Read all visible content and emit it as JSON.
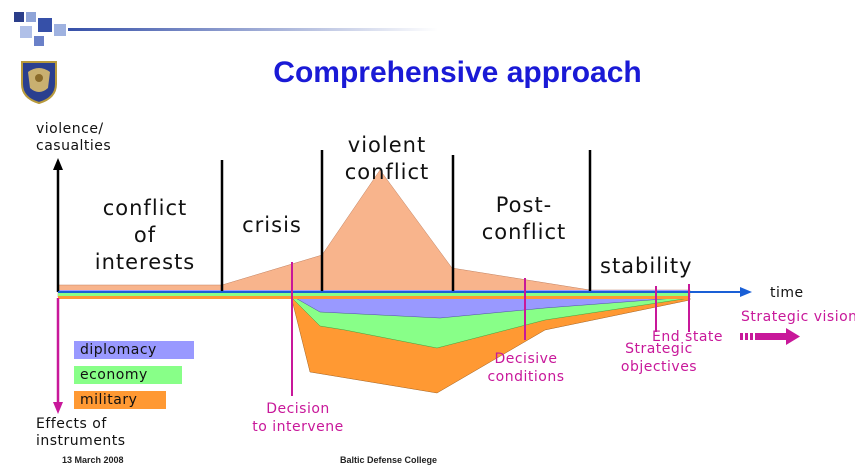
{
  "slide": {
    "title": "Comprehensive approach",
    "footer_date": "13 March 2008",
    "footer_org": "Baltic Defense College"
  },
  "axes": {
    "y_label_line1": "violence/",
    "y_label_line2": "casualties",
    "x_label": "time",
    "bottom_label_line1": "Effects of",
    "bottom_label_line2": "instruments"
  },
  "phases": {
    "p1": [
      "conflict",
      "of",
      "interests"
    ],
    "p2": "crisis",
    "p3": [
      "violent",
      "conflict"
    ],
    "p4": [
      "Post-",
      "conflict"
    ],
    "p5": "stability"
  },
  "legend": [
    {
      "label": "diplomacy",
      "color": "#9999ff"
    },
    {
      "label": "economy",
      "color": "#88ff88"
    },
    {
      "label": "military",
      "color": "#ff9933"
    }
  ],
  "milestones": {
    "decision": [
      "Decision",
      "to intervene"
    ],
    "decisive": [
      "Decisive",
      "conditions"
    ],
    "strategic_obj": [
      "Strategic",
      "objectives"
    ],
    "end_state": "End state",
    "strategic_vision": "Strategic vision"
  },
  "colors": {
    "violence_fill": "#f8b48c",
    "title": "#1a1ad6",
    "milestone": "#c8189a",
    "axis_arrow": "#1a5fd6"
  }
}
